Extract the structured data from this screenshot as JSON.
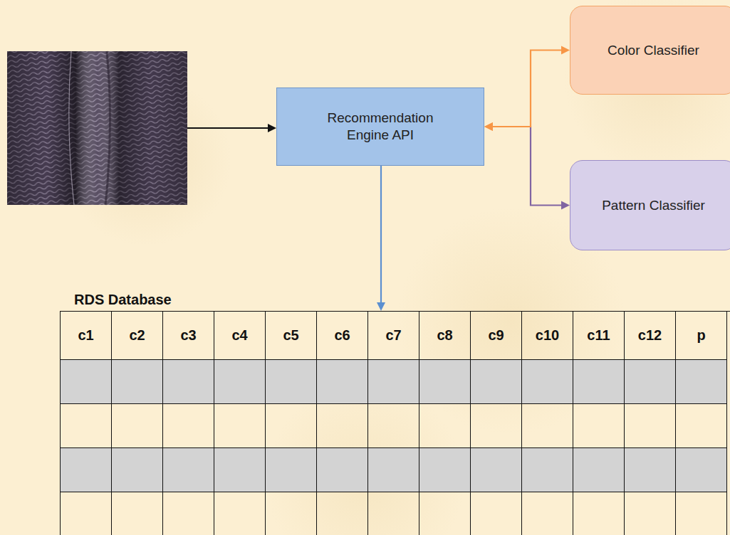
{
  "diagram": {
    "nodes": [
      {
        "text": [
          "Recommendation Engine API"
        ]
      },
      {
        "text": [
          "Color Classifier"
        ]
      },
      {
        "text": [
          "Pattern Classifier"
        ]
      },
      {
        "text": [
          "RDS Database"
        ]
      }
    ],
    "edges": [
      {
        "from": 0,
        "to": 1,
        "arrow": "both"
      },
      {
        "from": 0,
        "to": 2,
        "arrow": "both"
      },
      {
        "from": 0,
        "to": 3,
        "arrow": "to"
      }
    ],
    "labels": [
      "c1",
      "c2",
      "c3",
      "c4",
      "c5",
      "c6",
      "c7",
      "c8",
      "c9",
      "c10",
      "c11",
      "c12",
      "p"
    ]
  }
}
